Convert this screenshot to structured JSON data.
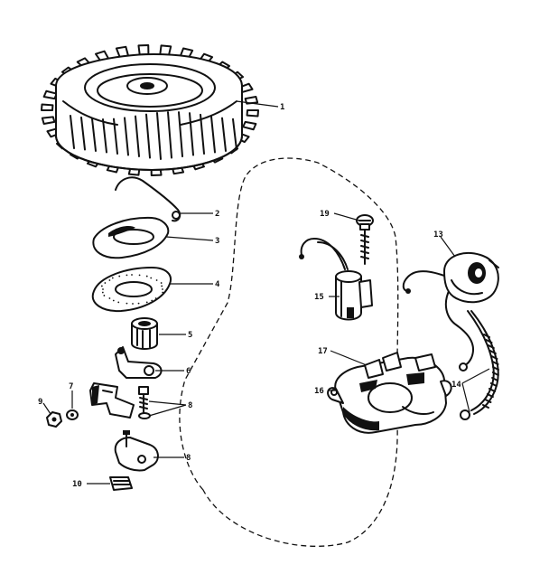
{
  "callouts": {
    "c1": "1",
    "c2": "2",
    "c3": "3",
    "c4": "4",
    "c5": "5",
    "c6": "6",
    "c7": "7",
    "c8a": "8",
    "c8b": "8",
    "c9": "9",
    "c10": "10",
    "c13": "13",
    "c14": "14",
    "c15": "15",
    "c16": "16",
    "c17": "17",
    "c19": "19"
  },
  "colors": {
    "ink": "#111111",
    "paper": "#ffffff"
  }
}
